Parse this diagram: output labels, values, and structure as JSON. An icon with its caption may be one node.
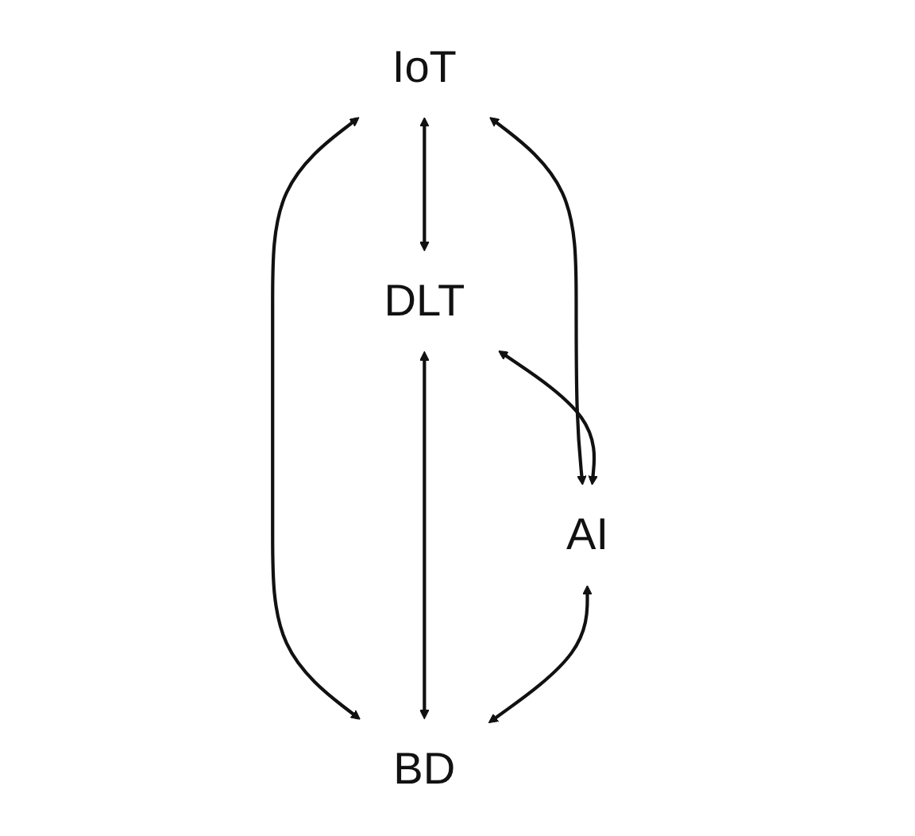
{
  "diagram": {
    "nodes": [
      {
        "text": [
          "IoT"
        ]
      },
      {
        "text": [
          "DLT"
        ]
      },
      {
        "text": [
          "AI"
        ]
      },
      {
        "text": [
          "BD"
        ]
      }
    ],
    "edges": [
      {
        "from": 0,
        "to": 1,
        "arrow": "both"
      },
      {
        "from": 0,
        "to": 2,
        "arrow": "both"
      },
      {
        "from": 0,
        "to": 3,
        "arrow": "both"
      },
      {
        "from": 1,
        "to": 2,
        "arrow": "both"
      },
      {
        "from": 1,
        "to": 3,
        "arrow": "both"
      },
      {
        "from": 2,
        "to": 3,
        "arrow": "both"
      }
    ]
  }
}
